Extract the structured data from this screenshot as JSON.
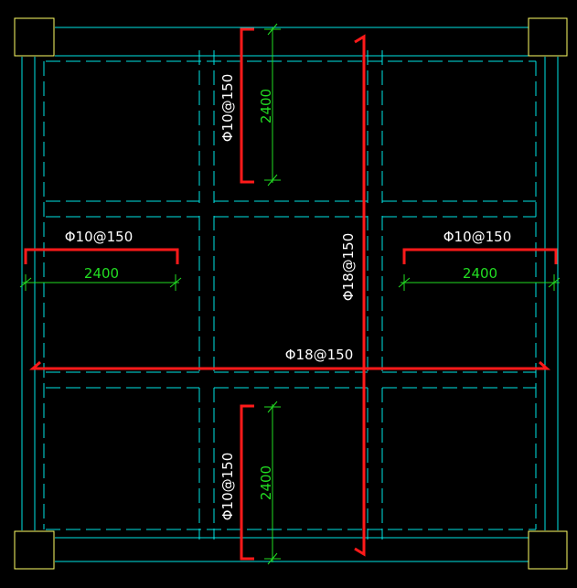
{
  "colors": {
    "background": "#000000",
    "column_outline": "#ffff66",
    "beam_line": "#00e5e5",
    "rebar": "#ff1a1a",
    "dimension": "#22dd22",
    "label_text": "#ffffff"
  },
  "labels": {
    "rebar_top": "Φ10@150",
    "rebar_bottom": "Φ10@150",
    "rebar_left": "Φ10@150",
    "rebar_right": "Φ10@150",
    "rebar_vertical_main": "Φ18@150",
    "rebar_horizontal_main": "Φ18@150"
  },
  "dimensions": {
    "top": "2400",
    "bottom": "2400",
    "left": "2400",
    "right": "2400"
  }
}
